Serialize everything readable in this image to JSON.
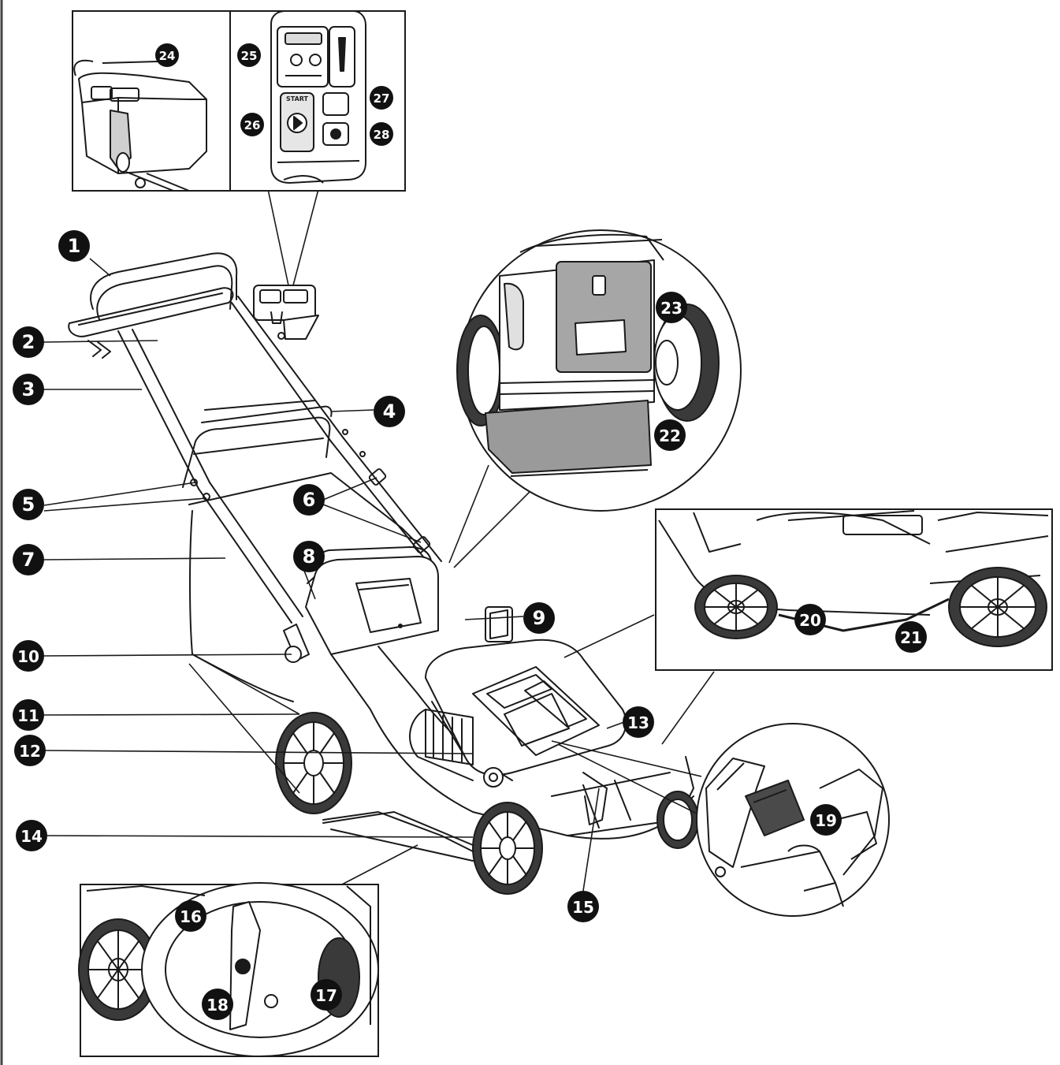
{
  "diagram": {
    "subject": "lawn-mower-parts",
    "colors": {
      "line": "#1a1a1a",
      "callout_fill": "#111111",
      "callout_text": "#ffffff",
      "panel_shade": "#9a9a9a",
      "wheel_shade": "#3a3a3a"
    },
    "callouts": [
      "1",
      "2",
      "3",
      "4",
      "5",
      "6",
      "7",
      "8",
      "9",
      "10",
      "11",
      "12",
      "13",
      "14",
      "15",
      "16",
      "17",
      "18",
      "19",
      "20",
      "21",
      "22",
      "23",
      "24",
      "25",
      "26",
      "27",
      "28"
    ],
    "panel_labels": {
      "start": "START"
    }
  }
}
